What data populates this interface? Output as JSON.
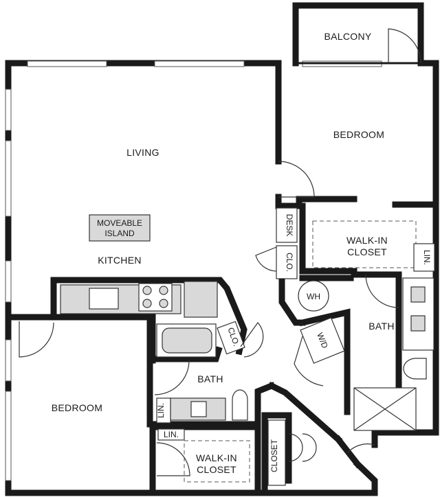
{
  "rooms": {
    "balcony": "BALCONY",
    "bedroom_main": "BEDROOM",
    "living": "LIVING",
    "island_line1": "MOVEABLE",
    "island_line2": "ISLAND",
    "kitchen": "KITCHEN",
    "desk": "DESK",
    "clo_upper": "CLO.",
    "walkin_main_line1": "WALK-IN",
    "walkin_main_line2": "CLOSET",
    "lin_main": "LIN.",
    "wh": "WH",
    "wd": "W/D",
    "bath_main": "BATH",
    "clo_lower": "CLO.",
    "bath_second": "BATH",
    "bedroom_second": "BEDROOM",
    "lin_second_a": "LIN.",
    "lin_second_b": "LIN.",
    "walkin_second_line1": "WALK-IN",
    "walkin_second_line2": "CLOSET",
    "closet": "CLOSET"
  }
}
